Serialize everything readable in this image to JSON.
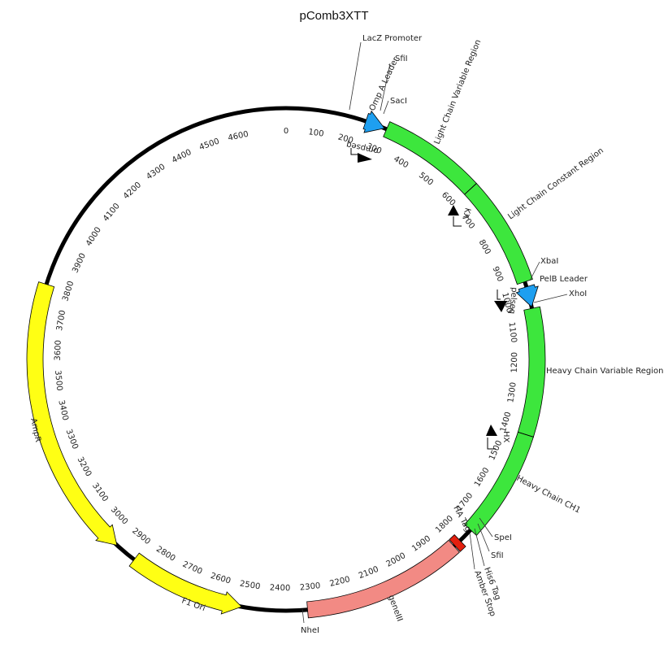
{
  "title": "pComb3XTT",
  "total_bp": 4760,
  "ticks": [
    "0",
    "100",
    "200",
    "300",
    "400",
    "500",
    "600",
    "700",
    "800",
    "900",
    "1000",
    "1100",
    "1200",
    "1300",
    "1400",
    "1500",
    "1600",
    "1700",
    "1800",
    "1900",
    "2000",
    "2100",
    "2200",
    "2300",
    "2400",
    "2500",
    "2600",
    "2700",
    "2800",
    "2900",
    "3000",
    "3100",
    "3200",
    "3300",
    "3400",
    "3500",
    "3600",
    "3700",
    "3800",
    "3900",
    "4000",
    "4100",
    "4200",
    "4300",
    "4400",
    "4500",
    "4600"
  ],
  "colors": {
    "backbone": "#000000",
    "green": "#3de63d",
    "blue": "#1e9ff0",
    "yellow": "#ffff14",
    "salmon": "#f28a84",
    "red": "#e3200f"
  },
  "features": [
    {
      "name": "Omp A Leader",
      "start": 245,
      "end": 305,
      "color": "blue",
      "direction": "cw"
    },
    {
      "name": "Light Chain Variable Region",
      "start": 312,
      "end": 625,
      "color": "green",
      "direction": "none"
    },
    {
      "name": "Light Chain Constant Region",
      "start": 625,
      "end": 952,
      "color": "green",
      "direction": "none"
    },
    {
      "name": "PelB Leader",
      "start": 968,
      "end": 1030,
      "color": "blue",
      "direction": "cw"
    },
    {
      "name": "Heavy Chain Variable Region",
      "start": 1035,
      "end": 1420,
      "color": "green",
      "direction": "none"
    },
    {
      "name": "Heavy Chain CH1",
      "start": 1420,
      "end": 1755,
      "color": "green",
      "direction": "none"
    },
    {
      "name": "HA Tag",
      "start": 1800,
      "end": 1822,
      "color": "red",
      "direction": "none"
    },
    {
      "name": "geneIII",
      "start": 1825,
      "end": 2315,
      "color": "salmon",
      "direction": "none"
    },
    {
      "name": "F1 Ori",
      "start": 2515,
      "end": 2872,
      "color": "yellow",
      "direction": "ccw"
    },
    {
      "name": "AmpR",
      "start": 2940,
      "end": 3800,
      "color": "yellow",
      "direction": "ccw"
    }
  ],
  "site_labels": {
    "lacz": "LacZ Promoter",
    "sfi1": "SfiI",
    "sac": "SacI",
    "xba": "XbaI",
    "pelb": "PelB Leader",
    "xho": "XhoI",
    "spe": "SpeI",
    "sfi2": "SfiI",
    "his6": "His6 Tag",
    "amber": "Amber Stop",
    "nhe": "NheI"
  },
  "primers": {
    "ompseq": "ompseq",
    "kx": "KX",
    "pelseq": "pelseq",
    "hx": "HX"
  }
}
